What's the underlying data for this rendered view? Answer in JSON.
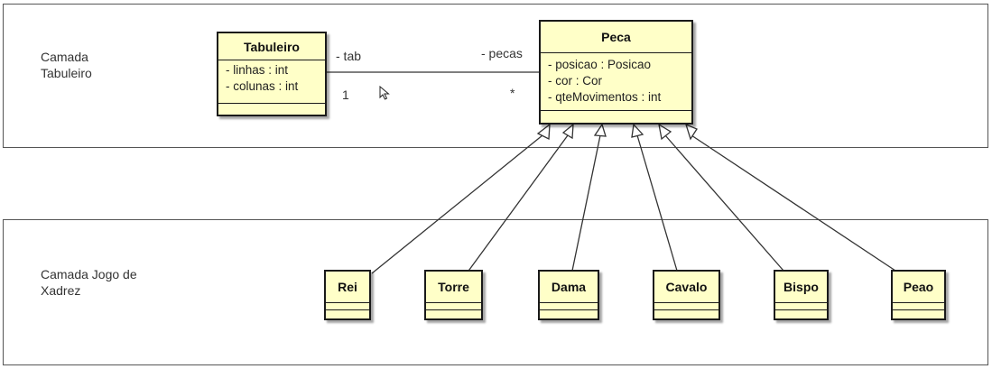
{
  "layers": [
    {
      "id": "tabuleiro",
      "label": "Camada\nTabuleiro"
    },
    {
      "id": "xadrez",
      "label": "Camada Jogo de\nXadrez"
    }
  ],
  "classes": {
    "tabuleiro": {
      "name": "Tabuleiro",
      "attributes": [
        "- linhas : int",
        "- colunas : int"
      ]
    },
    "peca": {
      "name": "Peca",
      "attributes": [
        "- posicao : Posicao",
        "- cor : Cor",
        "- qteMovimentos : int"
      ]
    },
    "rei": {
      "name": "Rei"
    },
    "torre": {
      "name": "Torre"
    },
    "dama": {
      "name": "Dama"
    },
    "cavalo": {
      "name": "Cavalo"
    },
    "bispo": {
      "name": "Bispo"
    },
    "peao": {
      "name": "Peao"
    }
  },
  "association": {
    "role_left": "- tab",
    "multiplicity_left": "1",
    "role_right": "- pecas",
    "multiplicity_right": "*"
  },
  "colors": {
    "class_fill": "#ffffc8",
    "class_border": "#1a1a1a",
    "line": "#333333",
    "frame": "#555555"
  }
}
